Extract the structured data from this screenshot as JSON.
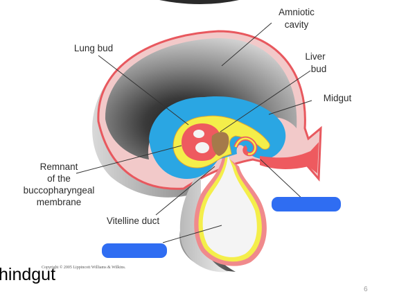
{
  "labels": {
    "amniotic_line1": "Amniotic",
    "amniotic_line2": "cavity",
    "lung_bud": "Lung bud",
    "liver_line1": "Liver",
    "liver_line2": "bud",
    "midgut": "Midgut",
    "remnant_line1": "Remnant",
    "remnant_line2": "of the",
    "remnant_line3": "buccopharyngeal",
    "remnant_line4": "membrane",
    "vitelline": "Vitelline duct"
  },
  "copyright": "Copyright © 2005 Lippincott Williams & Wilkins.",
  "caption": "hindgut",
  "page_number": "6",
  "colors": {
    "ectoderm": "#ee5a5f",
    "endoderm": "#f4ee4a",
    "mesoderm": "#2aa6e3",
    "redaction": "#2f6df2"
  }
}
